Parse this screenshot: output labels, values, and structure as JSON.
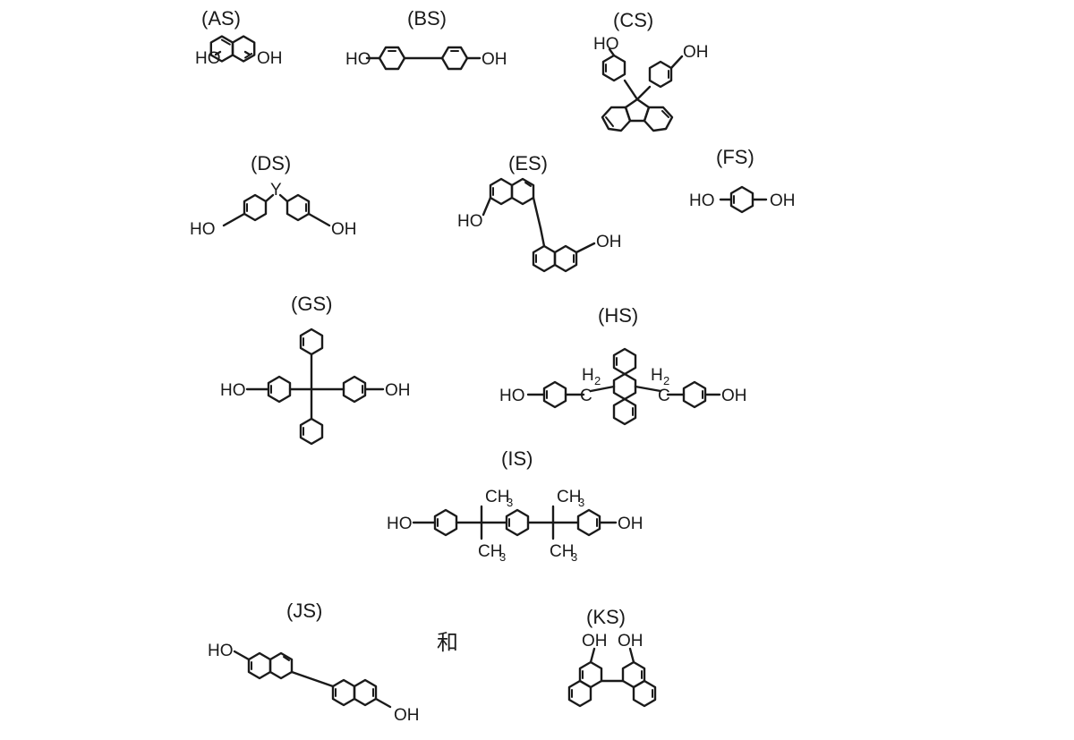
{
  "compounds": [
    {
      "id": "AS",
      "label": "(AS)",
      "groups": [
        "HO",
        "OH"
      ]
    },
    {
      "id": "BS",
      "label": "(BS)",
      "groups": [
        "HO",
        "OH"
      ]
    },
    {
      "id": "CS",
      "label": "(CS)",
      "groups": [
        "HO",
        "OH"
      ]
    },
    {
      "id": "DS",
      "label": "(DS)",
      "groups": [
        "Y",
        "HO",
        "OH"
      ]
    },
    {
      "id": "ES",
      "label": "(ES)",
      "groups": [
        "HO",
        "OH"
      ]
    },
    {
      "id": "FS",
      "label": "(FS)",
      "groups": [
        "HO",
        "OH"
      ]
    },
    {
      "id": "GS",
      "label": "(GS)",
      "groups": [
        "HO",
        "OH"
      ]
    },
    {
      "id": "HS",
      "label": "(HS)",
      "groups": [
        "HO",
        "OH",
        "H",
        "2",
        "H",
        "2"
      ]
    },
    {
      "id": "IS",
      "label": "(IS)",
      "groups": [
        "HO",
        "OH",
        "CH",
        "3",
        "CH",
        "3",
        "CH",
        "3",
        "CH",
        "3"
      ]
    },
    {
      "id": "JS",
      "label": "(JS)",
      "groups": [
        "HO",
        "OH"
      ]
    },
    {
      "id": "KS",
      "label": "(KS)",
      "groups": [
        "OH",
        "OH"
      ]
    }
  ],
  "conjunction": "和"
}
